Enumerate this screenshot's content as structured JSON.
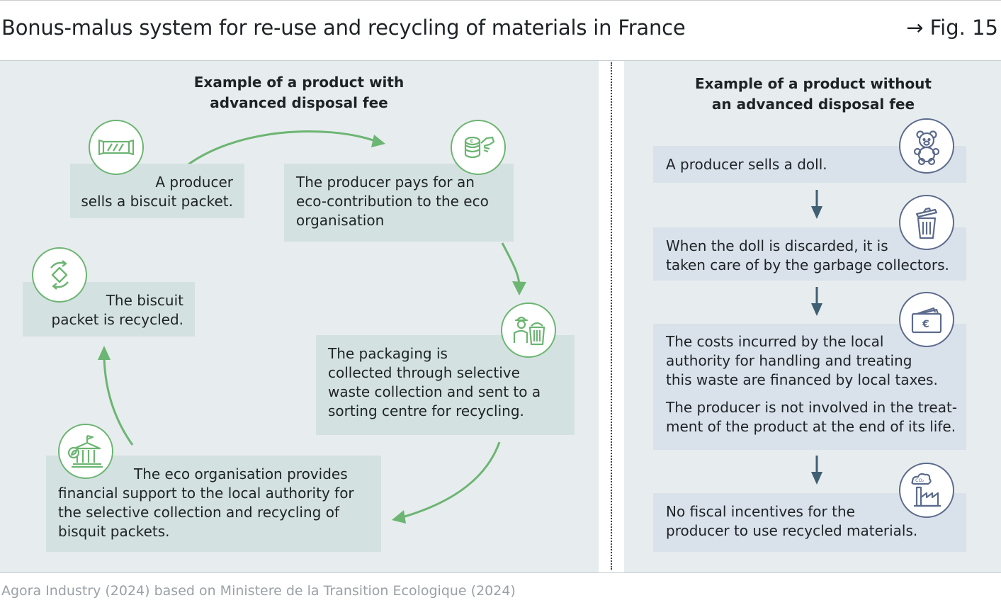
{
  "header": {
    "title": "Bonus-malus system for re-use and recycling of materials in France",
    "figure_ref": "→ Fig. 15"
  },
  "left": {
    "heading_line1": "Example of a product with",
    "heading_line2": "advanced disposal fee",
    "step_sell": {
      "line1": "A producer",
      "line2": "sells a biscuit packet."
    },
    "step_pay": {
      "line1": "The producer pays for an",
      "line2": "eco-contribution to the eco",
      "line3": "organisation"
    },
    "step_collect": {
      "line1": "The packaging is",
      "line2": "collected through selective",
      "line3": "waste collection and sent to a",
      "line4": "sorting centre for recycling."
    },
    "step_support": {
      "line1": "The eco organisation provides",
      "line2": "financial support to the local authority for",
      "line3": "the selective collection and recycling of",
      "line4": "bisquit packets."
    },
    "step_recycled": {
      "line1": "The biscuit",
      "line2": "packet is recycled."
    },
    "colors": {
      "icon": "#6cb572",
      "box": "#d4e1e1",
      "arrow": "#6cb572"
    }
  },
  "right": {
    "heading_line1": "Example of a product without",
    "heading_line2": "an advanced disposal fee",
    "step_sell": {
      "line1": "A producer sells a doll."
    },
    "step_discard": {
      "line1": "When the doll is discarded, it is",
      "line2": "taken care of by the garbage collectors."
    },
    "step_costs": {
      "line1": "The costs incurred by the local",
      "line2": "authority for handling and treating",
      "line3": "this waste are financed by local taxes.",
      "line4": "The producer is not involved in the treat-",
      "line5": "ment of the product at the end of its life."
    },
    "step_incentive": {
      "line1": "No fiscal incentives for the",
      "line2": "producer to use recycled materials."
    },
    "colors": {
      "icon": "#5c6b8c",
      "box": "#d9e1ea",
      "arrow": "#3f5f72"
    }
  },
  "icons": {
    "biscuit": "biscuit-packet-icon",
    "coins": "euro-coins-hand-icon",
    "worker": "waste-collector-icon",
    "institution": "eco-institution-icon",
    "recycle": "recycle-icon",
    "teddy": "teddy-bear-icon",
    "bin": "trash-bin-icon",
    "wallet": "euro-wallet-icon",
    "factory": "co2-factory-icon",
    "co2_label": "CO₂"
  },
  "footer": {
    "source": "Agora Industry (2024) based on Ministere de la Transition Ecologique (2024)"
  }
}
